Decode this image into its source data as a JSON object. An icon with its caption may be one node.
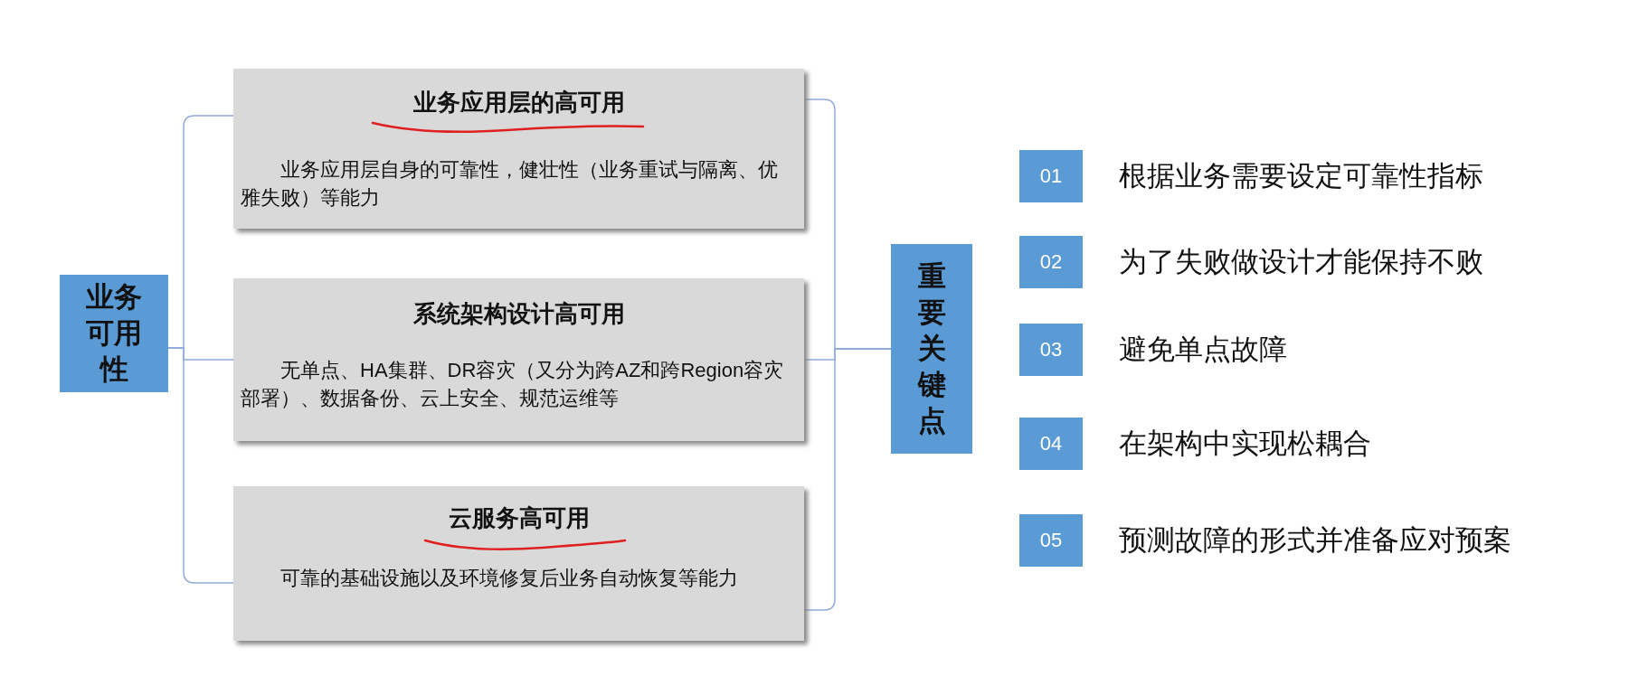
{
  "diagram": {
    "nodes": [
      {
        "text": [
          "业务可用性"
        ]
      },
      {
        "text": [
          "业务应用层的高可用",
          "业务应用层自身的可靠性，健壮性（业务重试与隔离、优雅失败）等能力"
        ]
      },
      {
        "text": [
          "系统架构设计高可用",
          "无单点、HA集群、DR容灾（又分为跨AZ和跨Region容灾部署）、数据备份、云上安全、规范运维等"
        ]
      },
      {
        "text": [
          "云服务高可用",
          "可靠的基础设施以及环境修复后业务自动恢复等能力"
        ]
      },
      {
        "text": [
          "重要关键点"
        ]
      },
      {
        "text": [
          "01"
        ],
        "beside": [
          "根据业务需要设定可靠性指标"
        ]
      },
      {
        "text": [
          "02"
        ],
        "beside": [
          "为了失败做设计才能保持不败"
        ]
      },
      {
        "text": [
          "03"
        ],
        "beside": [
          "避免单点故障"
        ]
      },
      {
        "text": [
          "04"
        ],
        "beside": [
          "在架构中实现松耦合"
        ]
      },
      {
        "text": [
          "05"
        ],
        "beside": [
          "预测故障的形式并准备应对预案"
        ]
      }
    ],
    "edges": [
      {
        "from": 0,
        "to": 1,
        "arrow": "none"
      },
      {
        "from": 0,
        "to": 2,
        "arrow": "none"
      },
      {
        "from": 0,
        "to": 3,
        "arrow": "none"
      },
      {
        "from": 1,
        "to": 4,
        "arrow": "none"
      },
      {
        "from": 2,
        "to": 4,
        "arrow": "none"
      },
      {
        "from": 3,
        "to": 4,
        "arrow": "none"
      }
    ]
  }
}
